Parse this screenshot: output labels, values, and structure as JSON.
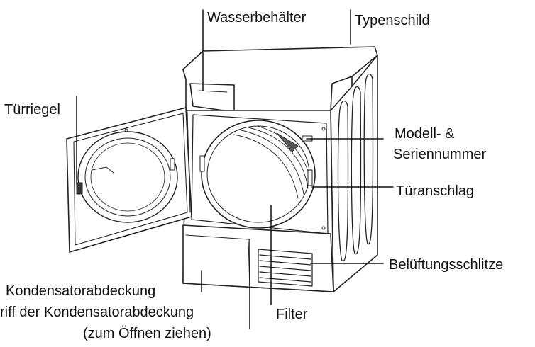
{
  "labels": {
    "wasserbehaelter": "Wasserbehälter",
    "typenschild": "Typenschild",
    "tuerriegel": "Türriegel",
    "modell_line1": "Modell- &",
    "modell_line2": "Seriennummer",
    "tueranschlag": "Türanschlag",
    "belueftung": "Belüftungsschlitze",
    "kondensator": "Kondensatorabdeckung",
    "griff_line1": "riff der Kondensatorabdeckung",
    "griff_line2": "(zum Öffnen ziehen)",
    "filter": "Filter"
  }
}
